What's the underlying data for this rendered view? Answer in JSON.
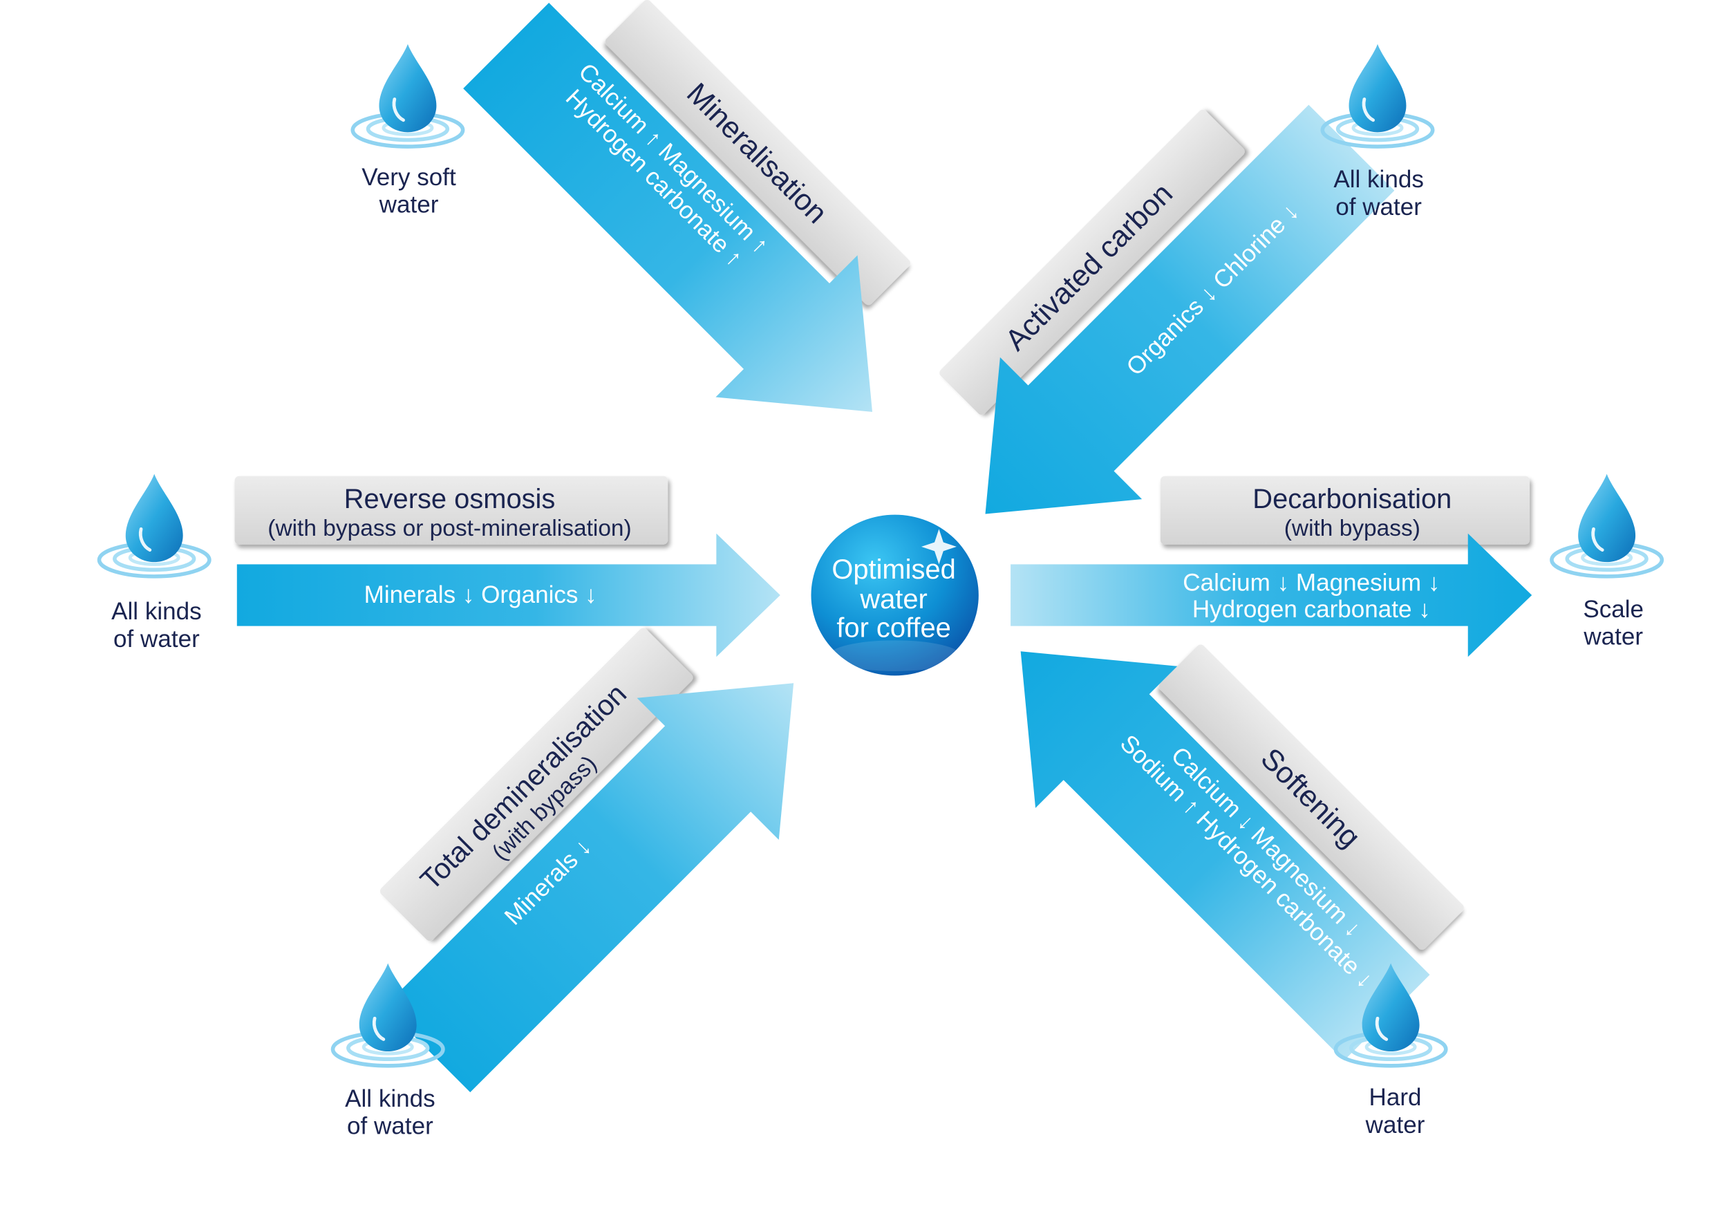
{
  "center": {
    "line1": "Optimised",
    "line2": "water",
    "line3": "for coffee"
  },
  "processes": {
    "mineralisation": {
      "title": "Mineralisation",
      "effect_line1": "Calcium ↑  Magnesium ↑",
      "effect_line2": "Hydrogen carbonate ↑",
      "source_line1": "Very soft",
      "source_line2": "water"
    },
    "activated_carbon": {
      "title": "Activated carbon",
      "effect_line1": "Organics ↓  Chlorine ↓",
      "source_line1": "All kinds",
      "source_line2": "of water"
    },
    "reverse_osmosis": {
      "title": "Reverse osmosis",
      "subtitle": "(with bypass or post-mineralisation)",
      "effect_line1": "Minerals ↓  Organics ↓",
      "source_line1": "All kinds",
      "source_line2": "of water"
    },
    "decarbonisation": {
      "title": "Decarbonisation",
      "subtitle": "(with bypass)",
      "effect_line1": "Calcium ↓  Magnesium ↓",
      "effect_line2": "Hydrogen carbonate ↓",
      "source_line1": "Scale",
      "source_line2": "water"
    },
    "total_demineralisation": {
      "title": "Total demineralisation",
      "subtitle": "(with bypass)",
      "effect_line1": "Minerals ↓",
      "source_line1": "All kinds",
      "source_line2": "of water"
    },
    "softening": {
      "title": "Softening",
      "effect_line1": "Calcium ↓  Magnesium ↓",
      "effect_line2": "Sodium ↑  Hydrogen carbonate ↓",
      "source_line1": "Hard",
      "source_line2": "water"
    }
  },
  "colors": {
    "arrow_blue": "#12a9e0",
    "arrow_tip": "#a8def3",
    "label_box": "#d9d9d9",
    "dark_text": "#1a2450",
    "drop_blue": "#29a8df"
  }
}
